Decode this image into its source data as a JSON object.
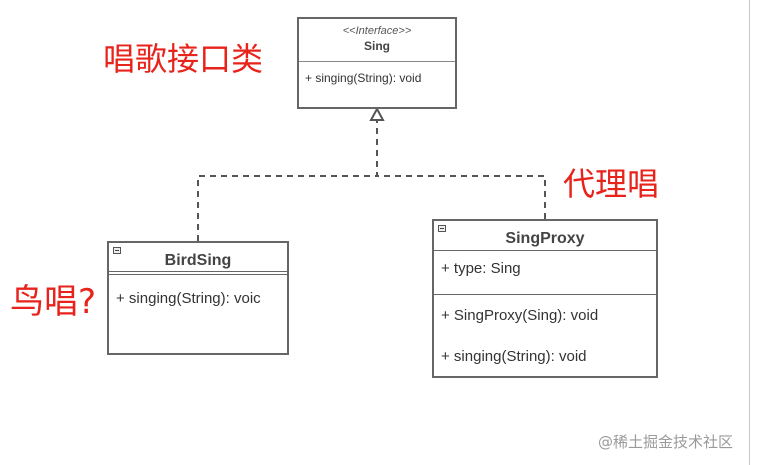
{
  "interface_box": {
    "stereotype": "<<Interface>>",
    "name": "Sing",
    "operations": [
      "+ singing(String): void"
    ]
  },
  "bird_box": {
    "name": "BirdSing",
    "operations": [
      "+ singing(String): voic"
    ]
  },
  "proxy_box": {
    "name": "SingProxy",
    "attributes": [
      "+ type: Sing"
    ],
    "operations": [
      "+ SingProxy(Sing): void",
      "+ singing(String): void"
    ]
  },
  "annotations": {
    "interface": "唱歌接口类",
    "proxy": "代理唱",
    "bird": "鸟唱?"
  },
  "watermark": "@稀土掘金技术社区",
  "colors": {
    "annotation": "#e8231c",
    "border": "#666666",
    "connector": "#555555",
    "watermark": "#9a9a9a"
  }
}
